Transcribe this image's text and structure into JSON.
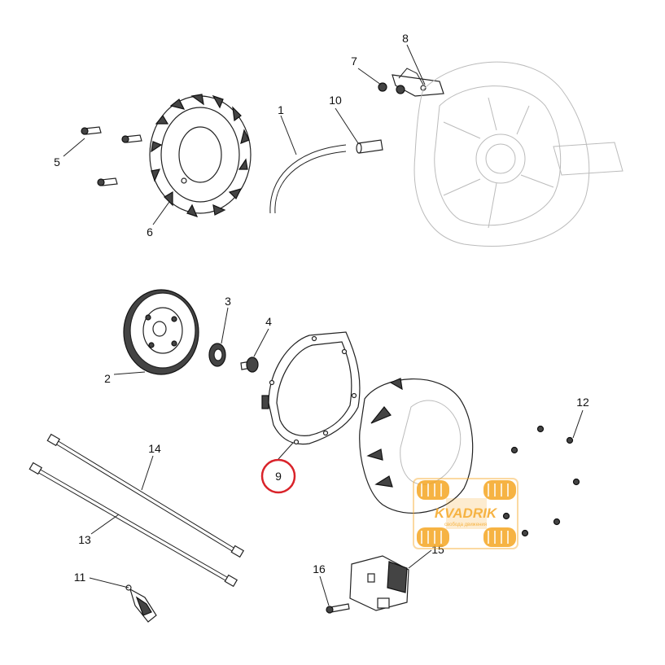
{
  "callouts": [
    {
      "id": "1",
      "label": "1"
    },
    {
      "id": "2",
      "label": "2"
    },
    {
      "id": "3",
      "label": "3"
    },
    {
      "id": "4",
      "label": "4"
    },
    {
      "id": "5",
      "label": "5"
    },
    {
      "id": "6",
      "label": "6"
    },
    {
      "id": "7",
      "label": "7"
    },
    {
      "id": "8",
      "label": "8"
    },
    {
      "id": "9",
      "label": "9"
    },
    {
      "id": "10",
      "label": "10"
    },
    {
      "id": "11",
      "label": "11"
    },
    {
      "id": "12",
      "label": "12"
    },
    {
      "id": "13",
      "label": "13"
    },
    {
      "id": "14",
      "label": "14"
    },
    {
      "id": "15",
      "label": "15"
    },
    {
      "id": "16",
      "label": "16"
    }
  ],
  "highlight": {
    "callout": "9",
    "color": "#d9232a"
  },
  "watermark": {
    "brand": "KVADRIK",
    "tagline": "свобода движения",
    "color": "#f5a623"
  }
}
